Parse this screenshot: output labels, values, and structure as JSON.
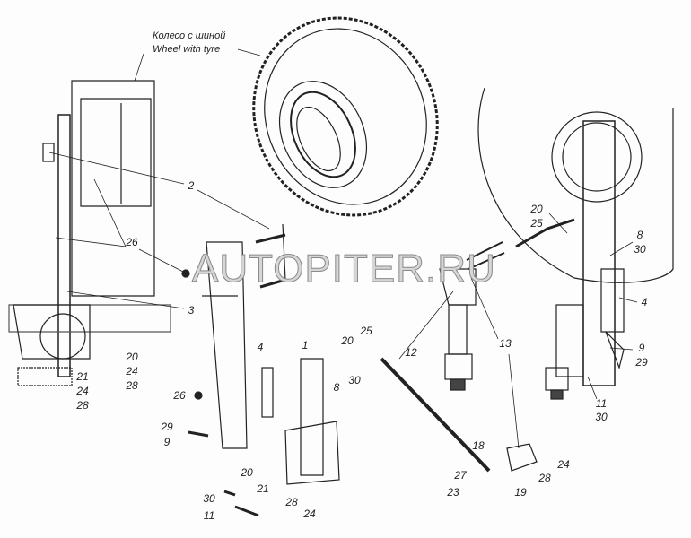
{
  "caption": {
    "ru": "Колесо с шиной",
    "en": "Wheel with tyre"
  },
  "watermark": "AUTOPITER.RU",
  "callouts": [
    "2",
    "26",
    "3",
    "20",
    "24",
    "28",
    "21",
    "24",
    "28",
    "26",
    "29",
    "9",
    "4",
    "1",
    "20",
    "25",
    "30",
    "8",
    "20",
    "21",
    "28",
    "24",
    "30",
    "11",
    "12",
    "13",
    "20",
    "25",
    "8",
    "30",
    "4",
    "9",
    "29",
    "11",
    "30",
    "18",
    "27",
    "23",
    "19",
    "24",
    "28"
  ]
}
